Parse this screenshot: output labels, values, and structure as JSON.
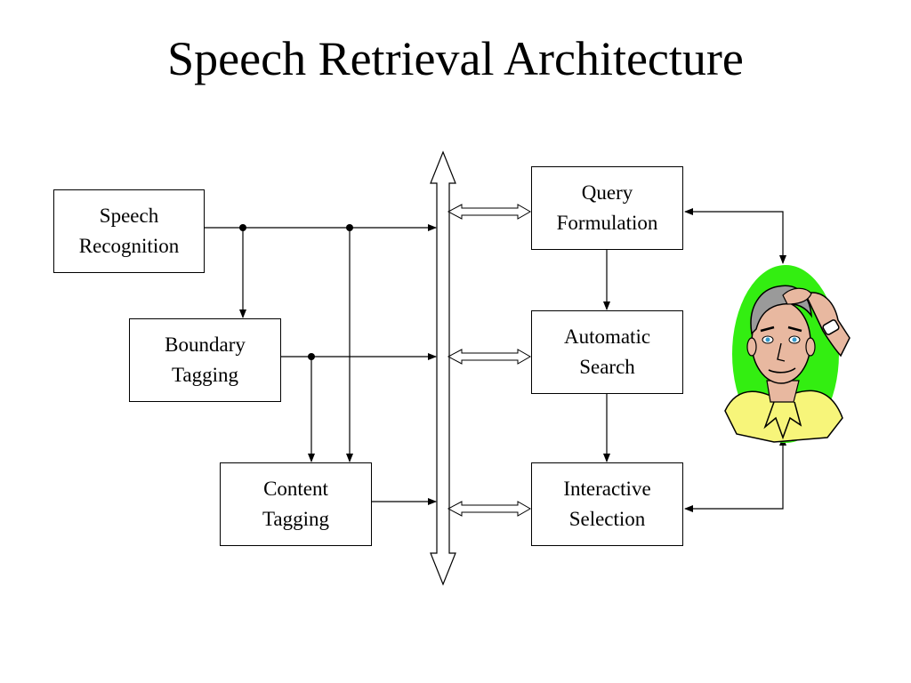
{
  "slide": {
    "title": "Speech Retrieval Architecture"
  },
  "diagram": {
    "left_blocks": {
      "speech_recognition": [
        "Speech",
        "Recognition"
      ],
      "boundary_tagging": [
        "Boundary",
        "Tagging"
      ],
      "content_tagging": [
        "Content",
        "Tagging"
      ]
    },
    "right_blocks": {
      "query_formulation": [
        "Query",
        "Formulation"
      ],
      "automatic_search": [
        "Automatic",
        "Search"
      ],
      "interactive_selection": [
        "Interactive",
        "Selection"
      ]
    },
    "user_icon": "confused-man-scratching-head-icon",
    "colors": {
      "line": "#000000",
      "user_background": "#33ee11",
      "shirt": "#f7f57a"
    }
  }
}
